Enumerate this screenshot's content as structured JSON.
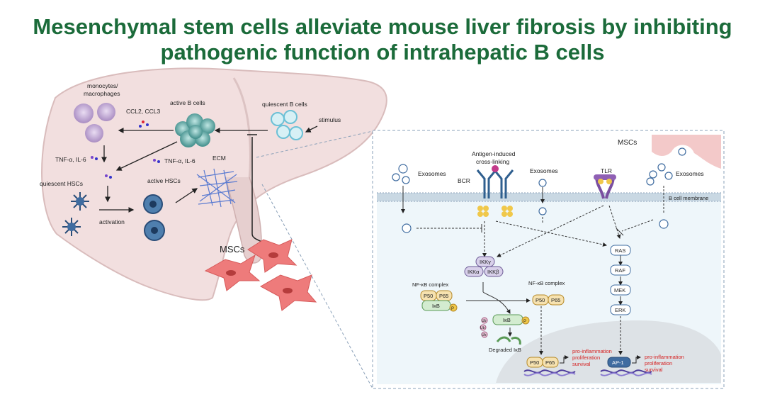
{
  "title": {
    "line1": "Mesenchymal stem cells alleviate mouse liver fibrosis by inhibiting",
    "line2": "pathogenic function of intrahepatic B cells"
  },
  "liver_panel": {
    "monocytes": "monocytes/",
    "macrophages": "macrophages",
    "active_b_cells": "active B cells",
    "quiescent_b_cells": "quiescent B cells",
    "ccl": "CCL2, CCL3",
    "stimulus": "stimulus",
    "tnf_left": "TNF-α, IL-6",
    "tnf_mid": "TNF-α, IL-6",
    "ecm": "ECM",
    "quiescent_hscs": "quiescent HSCs",
    "active_hscs": "active HSCs",
    "activation": "activation",
    "mscs": "MSCs"
  },
  "pathway_panel": {
    "mscs": "MSCs",
    "exosomes_left": "Exosomes",
    "exosomes_mid": "Exosomes",
    "exosomes_right": "Exosomes",
    "antigen_line1": "Antigen-induced",
    "antigen_line2": "cross-linking",
    "bcr": "BCR",
    "tlr": "TLR",
    "b_cell_membrane": "B cell membrane",
    "ikkg": "IKKγ",
    "ikka": "IKKα",
    "ikkb": "IKKβ",
    "nfkb_complex_left": "NF-κB complex",
    "nfkb_complex_right": "NF-κB complex",
    "p50": "P50",
    "p65": "P65",
    "ikb": "IκB",
    "phospho": "P",
    "ub": "Ub",
    "degraded_ikb": "Degraded IκB",
    "ras": "RAS",
    "raf": "RAF",
    "mek": "MEK",
    "erk": "ERK",
    "ap1": "AP-1",
    "outcome_left": [
      "pro-inflammation",
      "proliferation",
      "survival"
    ],
    "outcome_right": [
      "pro-inflammation",
      "proliferation",
      "survival"
    ]
  }
}
